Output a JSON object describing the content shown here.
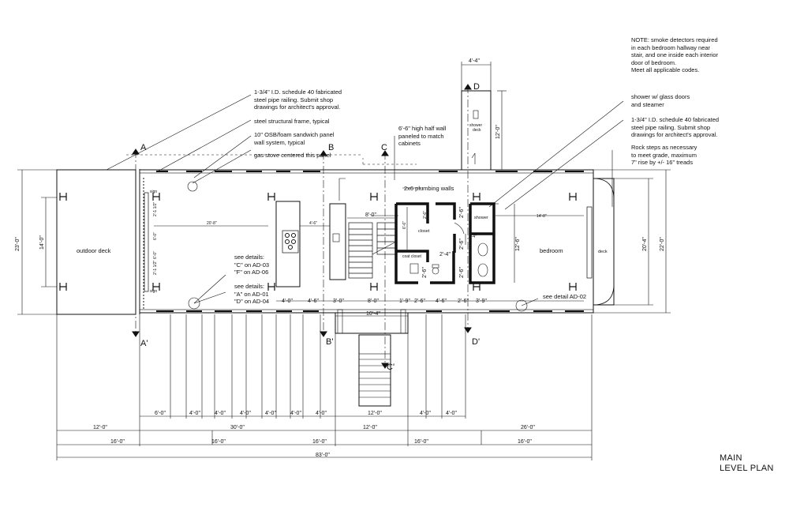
{
  "title": {
    "line1": "MAIN",
    "line2": "LEVEL PLAN"
  },
  "notes": {
    "smoke": "NOTE: smoke detectors required\nin each bedroom hallway near\nstair, and one inside each interior\ndoor of bedroom.\nMeet all applicable codes.",
    "railing_left": "1-3/4\" I.D. schedule 40 fabricated\nsteel pipe railing. Submit shop\ndrawings for architect's approval.",
    "frame": "steel structural frame, typical",
    "osb": "10\" OSB/foam sandwich panel\nwall system, typical",
    "gas_stove": "gas stove centered this panel",
    "half_wall": "6'-6\" high half wall\npaneled to match\ncabinets",
    "plumbing": "2x6 plumbing walls",
    "shower_doors": "shower w/ glass doors\nand steamer",
    "railing_right": "1-3/4\" I.D. schedule 40 fabricated\nsteel pipe railing. Submit shop\ndrawings for architect's approval.",
    "rock_steps": "Rock steps as necessary\nto meet grade, maximum\n7\" rise by +/- 16\" treads",
    "details_cf": "see details:\n\"C\" on AD-03\n\"F\" on AD-06",
    "details_ad": "see details:\n\"A\" on AD-01\n\"D\" on AD-04",
    "detail_ad02": "see detail AD-02"
  },
  "rooms": {
    "outdoor_deck": "outdoor deck",
    "bedroom": "bedroom",
    "deck": "deck",
    "closet": "closet",
    "coat_closet": "coat closet",
    "shower": "shower",
    "shower_deck": "shower\ndeck"
  },
  "section_marks": {
    "a": "A",
    "a_prime": "A'",
    "b": "B",
    "b_prime": "B'",
    "c": "C",
    "c_prime": "C'",
    "d": "D",
    "d_prime": "D'"
  },
  "dims": {
    "overall_height": "23'-0\"",
    "deck_height": "14'-0\"",
    "right_height1": "20'-4\"",
    "right_height2": "22'-0\"",
    "shower_deck_width": "4'-4\"",
    "shower_deck_depth": "12'-0\"",
    "island_run": "20'-8\"",
    "island_gap": "4'-6\"",
    "stair_width": "8'-0\"",
    "closet_depth": "6'-6\"",
    "closet_w": "2'-6\"",
    "bath_w1": "2'-6\"",
    "bath_w2": "2'-6\"",
    "coat_w": "2'-4\"",
    "wc_w": "2'-6\"",
    "wc_depth": "2'-6\"",
    "wc_small": "1'-4\"",
    "bedroom_width": "14'-8\"",
    "bedroom_depth": "12'-6\"",
    "bath_depth": "2'-6\"",
    "entry_width": "10'-4\"",
    "rail1": "6'-0\"",
    "rail2": "2'-1 1/2\"",
    "rail3": "6'-0\"",
    "rail4": "2'-1 1/2\"",
    "sign1": "sign",
    "sign2": "sign",
    "row1": [
      "4'-0\"",
      "4'-6\"",
      "3'-0\"",
      "8'-0\"",
      "1'-9\"",
      "2'-6\"",
      "4'-6\"",
      "2'-6\"",
      "3'-9\""
    ],
    "row2": [
      "6'-0\"",
      "4'-0\"",
      "4'-0\"",
      "4'-0\"",
      "4'-0\"",
      "4'-0\"",
      "4'-0\"",
      "12'-0\"",
      "4'-0\"",
      "4'-0\""
    ],
    "row3": [
      "12'-0\"",
      "30'-0\"",
      "12'-0\"",
      "26'-0\""
    ],
    "row4": [
      "16'-0\"",
      "16'-0\"",
      "16'-0\"",
      "16'-0\"",
      "16'-0\""
    ],
    "overall_length": "83'-0\""
  }
}
